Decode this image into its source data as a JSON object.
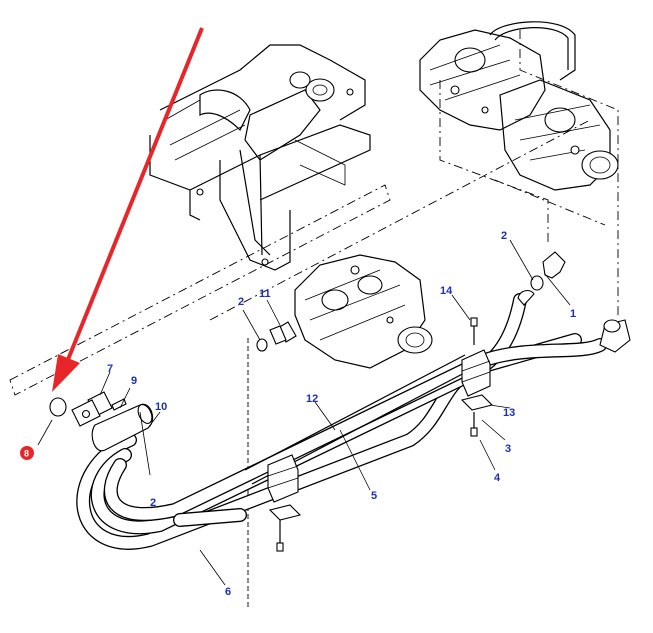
{
  "callouts": [
    {
      "id": "c1",
      "label": "1"
    },
    {
      "id": "c2a",
      "label": "2"
    },
    {
      "id": "c2b",
      "label": "2"
    },
    {
      "id": "c2c",
      "label": "2"
    },
    {
      "id": "c3",
      "label": "3"
    },
    {
      "id": "c4",
      "label": "4"
    },
    {
      "id": "c5",
      "label": "5"
    },
    {
      "id": "c6",
      "label": "6"
    },
    {
      "id": "c7",
      "label": "7"
    },
    {
      "id": "c8",
      "label": "8"
    },
    {
      "id": "c9",
      "label": "9"
    },
    {
      "id": "c10",
      "label": "10"
    },
    {
      "id": "c11",
      "label": "11"
    },
    {
      "id": "c12",
      "label": "12"
    },
    {
      "id": "c13",
      "label": "13"
    },
    {
      "id": "c14",
      "label": "14"
    }
  ],
  "highlight": {
    "callout": "8",
    "color": "#e8262a"
  },
  "callout_color": "#1f2fb5",
  "arrow_color": "#e8262a"
}
